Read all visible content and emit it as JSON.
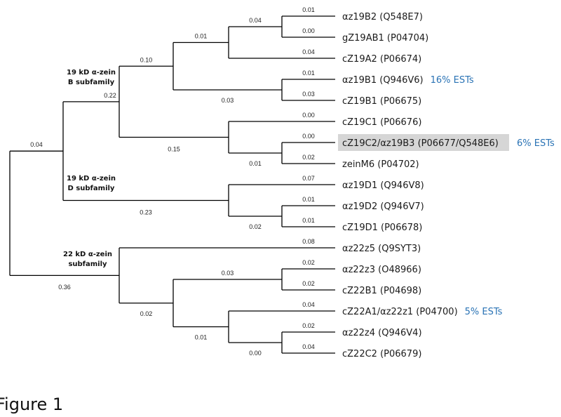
{
  "figure_label": "Figure 1",
  "colors": {
    "branch": "#000000",
    "est": "#2a73b5",
    "highlight": "#d6d6d6"
  },
  "leaves": [
    {
      "id": "L1",
      "label": "αz19B2 (Q548E7)"
    },
    {
      "id": "L2",
      "label": "gZ19AB1 (P04704)"
    },
    {
      "id": "L3",
      "label": "cZ19A2 (P06674)"
    },
    {
      "id": "L4",
      "label": "αz19B1 (Q946V6)",
      "est": "16% ESTs"
    },
    {
      "id": "L5",
      "label": "cZ19B1 (P06675)"
    },
    {
      "id": "L6",
      "label": "cZ19C1 (P06676)"
    },
    {
      "id": "L7",
      "label": "cZ19C2/αz19B3 (P06677/Q548E6)",
      "est": "6% ESTs",
      "highlight": true
    },
    {
      "id": "L8",
      "label": "zeinM6 (P04702)"
    },
    {
      "id": "L9",
      "label": "αz19D1 (Q946V8)"
    },
    {
      "id": "L10",
      "label": "αz19D2 (Q946V7)"
    },
    {
      "id": "L11",
      "label": "cZ19D1 (P06678)"
    },
    {
      "id": "L12",
      "label": "αz22z5 (Q9SYT3)"
    },
    {
      "id": "L13",
      "label": "αz22z3 (O48966)"
    },
    {
      "id": "L14",
      "label": "cZ22B1 (P04698)"
    },
    {
      "id": "L15",
      "label": "cZ22A1/αz22z1 (P04700)",
      "est": "5% ESTs"
    },
    {
      "id": "L16",
      "label": "αz22z4 (Q946V4)"
    },
    {
      "id": "L17",
      "label": "cZ22C2 (P06679)"
    }
  ],
  "branch_lengths": {
    "L1": "0.01",
    "L2": "0.00",
    "L3": "0.04",
    "L4": "0.01",
    "L5": "0.03",
    "L6": "0.00",
    "L7": "0.00",
    "L8": "0.02",
    "L9": "0.07",
    "L10": "0.01",
    "L11": "0.01",
    "L12": "0.08",
    "L13": "0.02",
    "L14": "0.02",
    "L15": "0.04",
    "L16": "0.02",
    "L17": "0.04",
    "n_L1L2": "0.04",
    "n_A12": "0.01",
    "n_A": "0.10",
    "n_B1": "0.03",
    "n_B": "0.22",
    "n_C23": "0.01",
    "n_C": "0.15",
    "n_D23": "0.02",
    "n_D": "0.23",
    "n_19": "0.04",
    "n_z22z3": "0.03",
    "n_z22z4": "0.00",
    "n_z22A": "0.01",
    "n_22m": "0.02",
    "n_22": "0.36"
  },
  "subfamilies": [
    {
      "id": "B",
      "line1": "19 kD α-zein",
      "line2": "B subfamily"
    },
    {
      "id": "D",
      "line1": "19 kD α-zein",
      "line2": "D subfamily"
    },
    {
      "id": "22",
      "line1": "22 kD α-zein",
      "line2": "subfamily"
    }
  ]
}
